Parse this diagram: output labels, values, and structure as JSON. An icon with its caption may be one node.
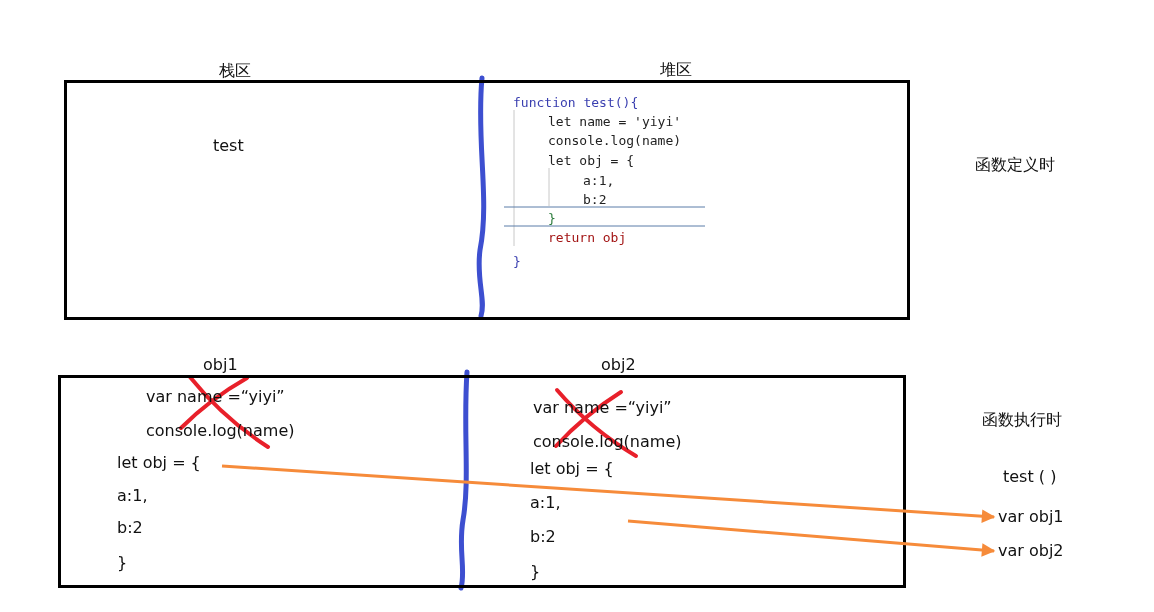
{
  "diagram": {
    "nodes": [
      {
        "text": [
          "栈区",
          "test"
        ]
      },
      {
        "text": [
          "堆区",
          "function test(){",
          "let name = 'yiyi'",
          "console.log(name)",
          "let obj = {",
          "a:1,",
          "b:2",
          "}",
          "return obj",
          "}"
        ]
      },
      {
        "text": [
          "obj1",
          "var name =“yiyi”",
          "console.log(name)"
        ]
      },
      {
        "text": [
          "let obj = {",
          "a:1,",
          "b:2",
          "}"
        ],
        "in": 2
      },
      {
        "text": [
          "obj2",
          "var name =“yiyi”",
          "console.log(name)"
        ]
      },
      {
        "text": [
          "let obj = {",
          "a:1,",
          "b:2",
          "}"
        ],
        "in": 4
      },
      {
        "text": [
          "var obj1"
        ]
      },
      {
        "text": [
          "var obj2"
        ]
      }
    ],
    "edges": [
      {
        "from": 3,
        "to": 6,
        "arrow": "to"
      },
      {
        "from": 5,
        "to": 7,
        "arrow": "to"
      }
    ],
    "labels": [
      "函数定义时",
      "函数执行时",
      "test ( )"
    ]
  }
}
